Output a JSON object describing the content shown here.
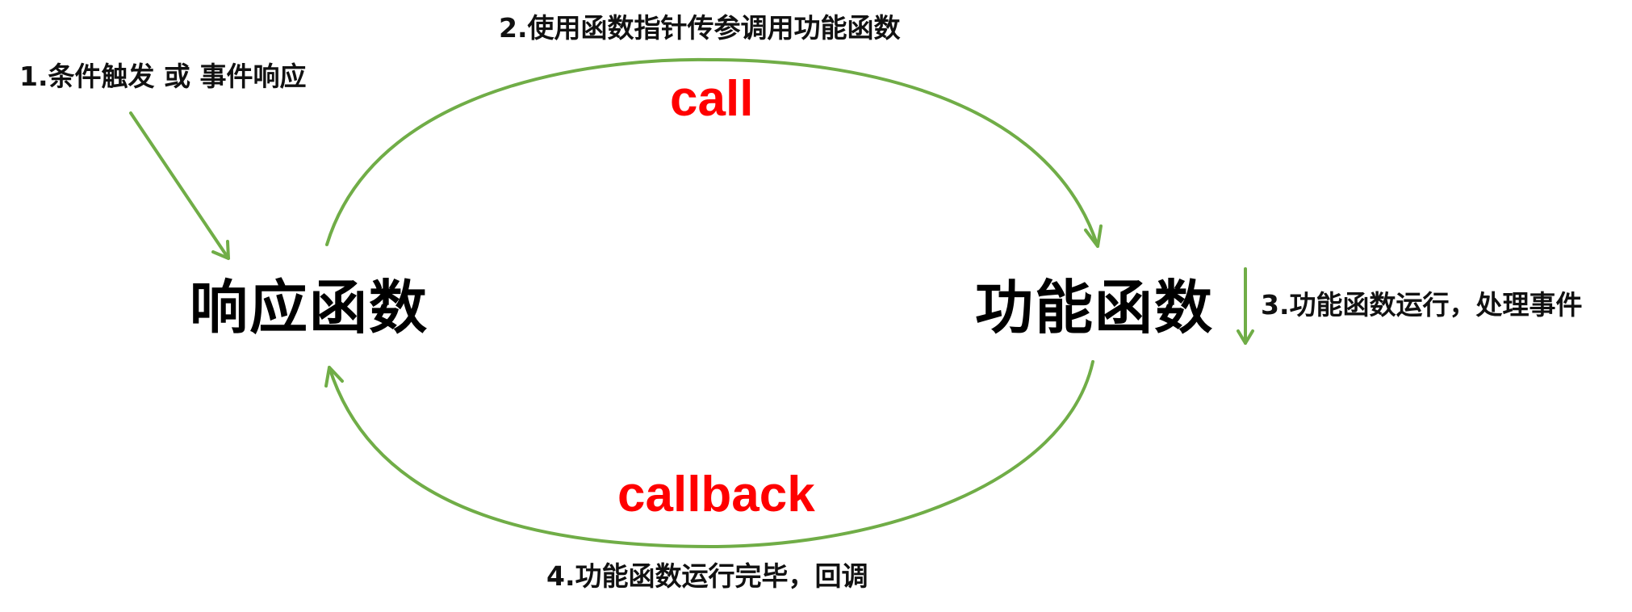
{
  "steps": {
    "step1": "1.条件触发 或 事件响应",
    "step2": "2.使用函数指针传参调用功能函数",
    "step3": "3.功能函数运行，处理事件",
    "step4": "4.功能函数运行完毕，回调"
  },
  "nodes": {
    "left": "响应函数",
    "right": "功能函数"
  },
  "keywords": {
    "call": "call",
    "callback": "callback"
  },
  "colors": {
    "arrow": "#70ad47",
    "keyword": "#ff0000",
    "text": "#000000"
  }
}
